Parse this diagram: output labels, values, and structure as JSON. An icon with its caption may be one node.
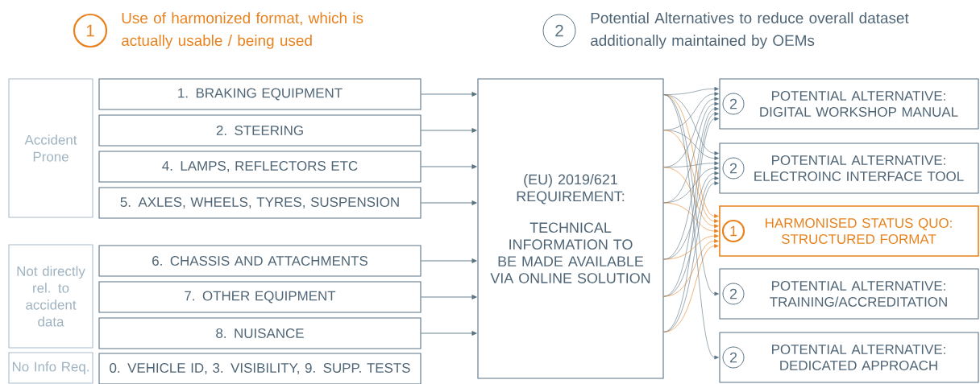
{
  "diagram": {
    "nodes": [
      {
        "text": [
          "1"
        ],
        "beside": [
          "Use of harmonized format, which is actually usable / being used"
        ]
      },
      {
        "text": [
          "2"
        ],
        "beside": [
          "Potential Alternatives to reduce overall dataset additionally maintained by OEMs"
        ]
      },
      {
        "text": [
          "Accident Prone"
        ]
      },
      {
        "text": [
          "1. BRAKING EQUIPMENT"
        ]
      },
      {
        "text": [
          "2. STEERING"
        ]
      },
      {
        "text": [
          "4. LAMPS, REFLECTORS ETC"
        ]
      },
      {
        "text": [
          "5. AXLES, WHEELS, TYRES, SUSPENSION"
        ]
      },
      {
        "text": [
          "Not directly rel. to accident data"
        ]
      },
      {
        "text": [
          "6. CHASSIS AND ATTACHMENTS"
        ]
      },
      {
        "text": [
          "7. OTHER EQUIPMENT"
        ]
      },
      {
        "text": [
          "8. NUISANCE"
        ]
      },
      {
        "text": [
          "No Info Req."
        ]
      },
      {
        "text": [
          "0. VEHICLE ID, 3. VISIBILITY, 9. SUPP. TESTS"
        ]
      },
      {
        "text": [
          "(EU) 2019/621 REQUIREMENT:",
          "TECHNICAL INFORMATION TO BE MADE AVAILABLE VIA ONLINE SOLUTION"
        ]
      },
      {
        "text": [
          "POTENTIAL ALTERNATIVE: DIGITAL WORKSHOP MANUAL"
        ]
      },
      {
        "text": [
          "2"
        ],
        "in": 14
      },
      {
        "text": [
          "POTENTIAL ALTERNATIVE: ELECTROINC INTERFACE TOOL"
        ]
      },
      {
        "text": [
          "2"
        ],
        "in": 16
      },
      {
        "text": [
          "HARMONISED STATUS QUO: STRUCTURED FORMAT"
        ]
      },
      {
        "text": [
          "1"
        ],
        "in": 18
      },
      {
        "text": [
          "POTENTIAL ALTERNATIVE: TRAINING/ACCREDITATION"
        ]
      },
      {
        "text": [
          "2"
        ],
        "in": 20
      },
      {
        "text": [
          "POTENTIAL ALTERNATIVE: DEDICATED APPROACH"
        ]
      },
      {
        "text": [
          "2"
        ],
        "in": 22
      }
    ],
    "edges": [
      {
        "from": 3,
        "to": 13,
        "arrow": "to"
      },
      {
        "from": 4,
        "to": 13,
        "arrow": "to"
      },
      {
        "from": 5,
        "to": 13,
        "arrow": "to"
      },
      {
        "from": 6,
        "to": 13,
        "arrow": "to"
      },
      {
        "from": 8,
        "to": 13,
        "arrow": "to"
      },
      {
        "from": 9,
        "to": 13,
        "arrow": "to"
      },
      {
        "from": 10,
        "to": 13,
        "arrow": "to"
      },
      {
        "from": 13,
        "to": 14,
        "arrow": "to"
      },
      {
        "from": 13,
        "to": 14,
        "arrow": "to"
      },
      {
        "from": 13,
        "to": 14,
        "arrow": "to"
      },
      {
        "from": 13,
        "to": 14,
        "arrow": "to"
      },
      {
        "from": 13,
        "to": 14,
        "arrow": "to"
      },
      {
        "from": 13,
        "to": 14,
        "arrow": "to"
      },
      {
        "from": 13,
        "to": 14,
        "arrow": "to"
      },
      {
        "from": 13,
        "to": 16,
        "arrow": "to"
      },
      {
        "from": 13,
        "to": 16,
        "arrow": "to"
      },
      {
        "from": 13,
        "to": 16,
        "arrow": "to"
      },
      {
        "from": 13,
        "to": 16,
        "arrow": "to"
      },
      {
        "from": 13,
        "to": 16,
        "arrow": "to"
      },
      {
        "from": 13,
        "to": 16,
        "arrow": "to"
      },
      {
        "from": 13,
        "to": 16,
        "arrow": "to"
      },
      {
        "from": 13,
        "to": 18,
        "arrow": "to",
        "color": "#e8821e"
      },
      {
        "from": 13,
        "to": 18,
        "arrow": "to",
        "color": "#e8821e"
      },
      {
        "from": 13,
        "to": 18,
        "arrow": "to",
        "color": "#e8821e"
      },
      {
        "from": 13,
        "to": 18,
        "arrow": "to",
        "color": "#e8821e"
      },
      {
        "from": 13,
        "to": 18,
        "arrow": "to",
        "color": "#e8821e"
      },
      {
        "from": 13,
        "to": 18,
        "arrow": "to",
        "color": "#e8821e"
      },
      {
        "from": 13,
        "to": 18,
        "arrow": "to",
        "color": "#e8821e"
      },
      {
        "from": 13,
        "to": 20,
        "arrow": "to"
      },
      {
        "from": 13,
        "to": 22,
        "arrow": "to"
      }
    ]
  }
}
